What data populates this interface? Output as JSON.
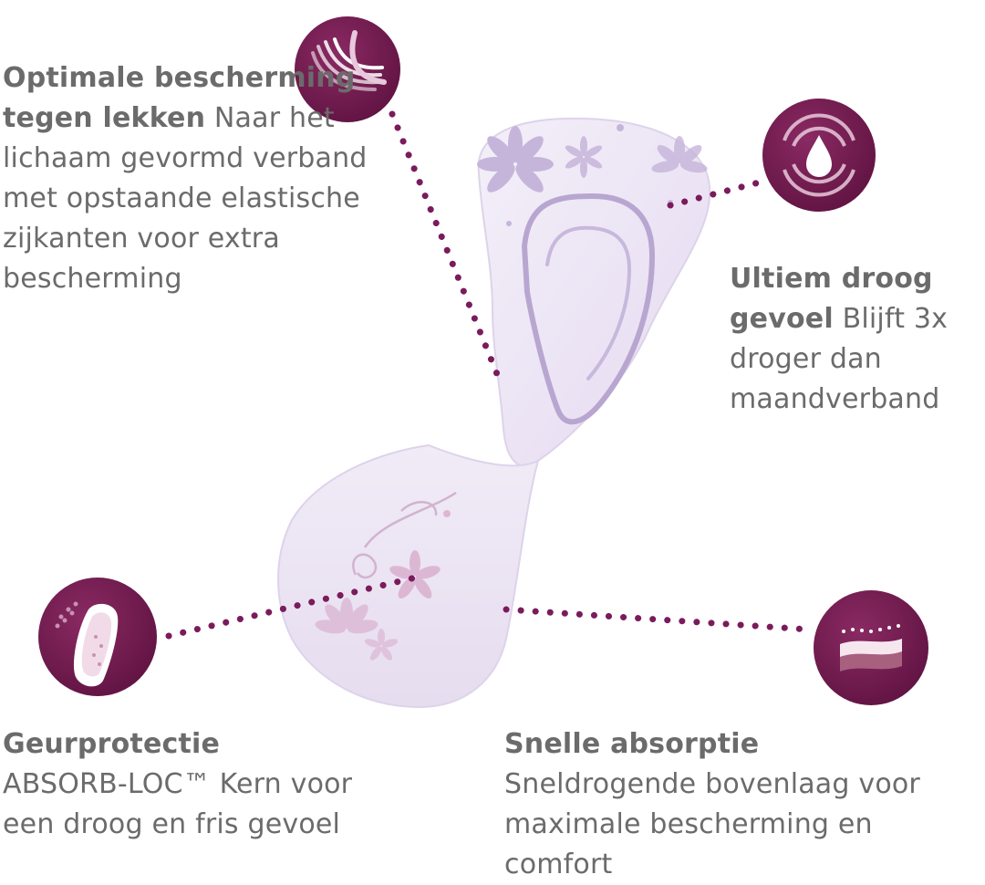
{
  "features": {
    "top_left": {
      "title": "Optimale bescherming tegen lekken",
      "description": "Naar het lichaam gevormd verband met opstaande elastische zijkanten voor extra bescherming",
      "icon": "curved-barrier-icon"
    },
    "top_right": {
      "title": "Ultiem droog gevoel",
      "description": "Blijft 3x droger dan maandverband",
      "icon": "droplet-icon"
    },
    "bottom_left": {
      "title": "Geurprotectie",
      "description": "ABSORB-LOC™ Kern voor een droog en fris gevoel",
      "icon": "pad-core-icon"
    },
    "bottom_right": {
      "title": "Snelle absorptie",
      "description": "Sneldrogende bovenlaag voor maximale bescherming en comfort",
      "icon": "layers-icon"
    }
  },
  "colors": {
    "accent": "#6b1a4a",
    "text": "#6b6b6b",
    "pad": "#ede6f6",
    "pad_edge": "#d8cde8",
    "flower": "#c9b8dc",
    "dots": "#7a1b5c"
  }
}
